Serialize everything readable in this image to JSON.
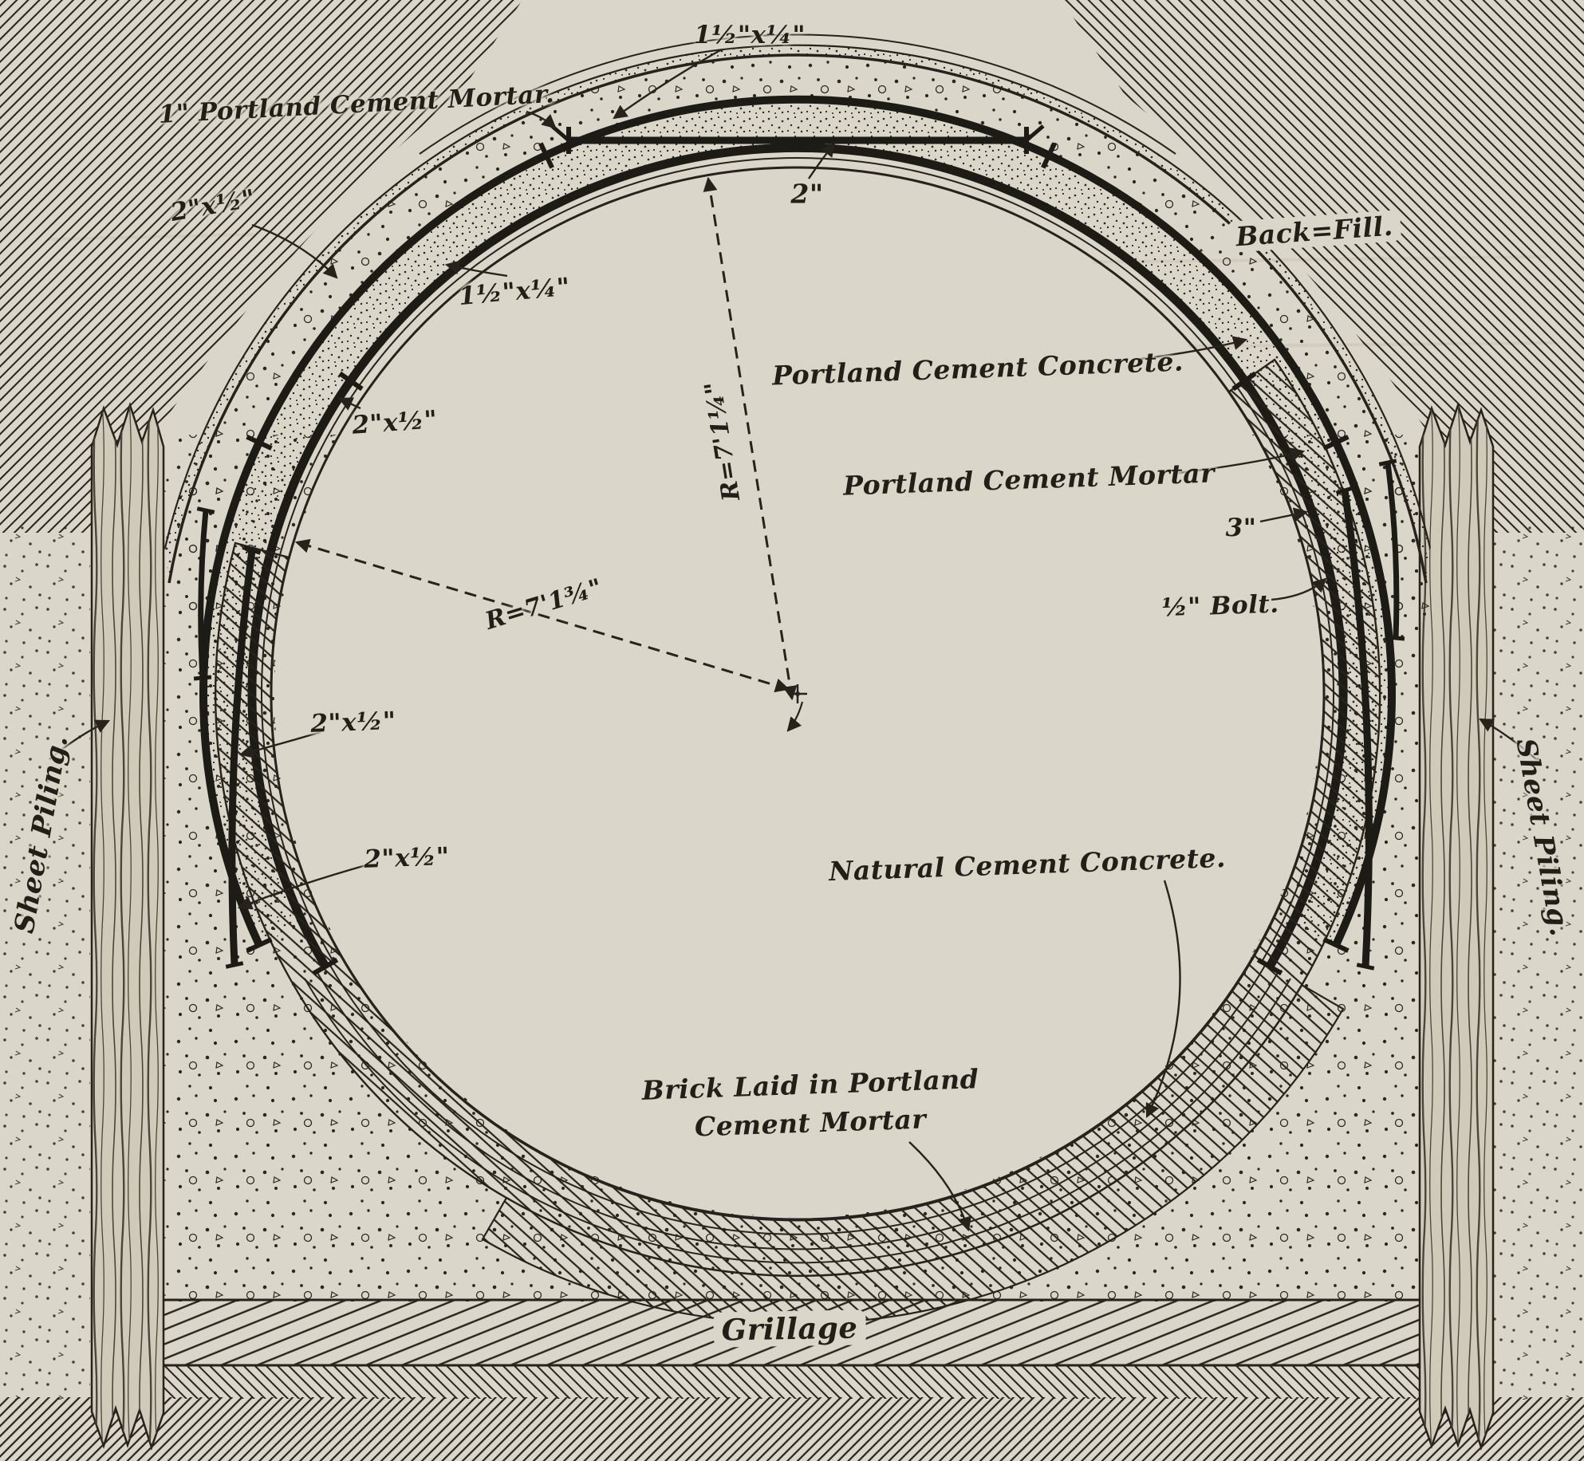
{
  "colors": {
    "paper": "#dad6c9",
    "ink": "#26231c"
  },
  "labels": {
    "dim_apex": "1½\"x¼\"",
    "mortar_1in": "1\" Portland Cement Mortar.",
    "dim_left_upper": "2\"x½\"",
    "dim_mid": "1½\"x¼\"",
    "dim_2in": "2\"",
    "back_fill": "Back=Fill.",
    "portland_concrete": "Portland Cement Concrete.",
    "portland_mortar": "Portland Cement Mortar",
    "dim_3in": "3\"",
    "bolt_half": "½\" Bolt.",
    "radius_upper": "R=7'1¼\"",
    "radius_left": "R=7'1¾\"",
    "dim_c": "2\"x½\"",
    "dim_d": "2\"x½\"",
    "dim_e": "2\"x½\"",
    "natural_concrete": "Natural Cement Concrete.",
    "brick_line1": "Brick Laid in Portland",
    "brick_line2": "Cement Mortar",
    "grillage": "Grillage",
    "sheet_piling_left": "Sheet Piling.",
    "sheet_piling_right": "Sheet Piling."
  }
}
